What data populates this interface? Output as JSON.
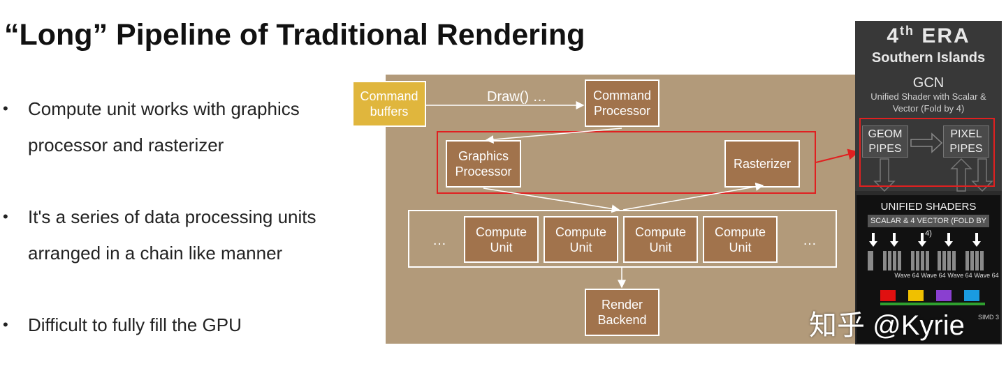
{
  "slide": {
    "title": "“Long” Pipeline of Traditional Rendering",
    "bullets": [
      {
        "text": "Compute unit works with graphics processor and rasterizer"
      },
      {
        "text": "It's a series of data processing units arranged in a chain like manner"
      },
      {
        "text": "Difficult to fully fill the GPU"
      }
    ],
    "bullet_symbol": "•"
  },
  "diagram": {
    "command_buffers": "Command buffers",
    "draw_call": "Draw() …",
    "command_processor": "Command Processor",
    "graphics_processor": "Graphics Processor",
    "rasterizer": "Rasterizer",
    "compute_units": [
      "Compute Unit",
      "Compute Unit",
      "Compute Unit",
      "Compute Unit"
    ],
    "ellipsis_left": "…",
    "ellipsis_right": "…",
    "render_backend": "Render Backend",
    "colors": {
      "background": "#b29a7a",
      "box": "#a1734c",
      "highlight_box": "#e0b63d",
      "highlight_frame": "#e02020"
    }
  },
  "gcn_panel": {
    "era": "4",
    "era_suffix": "th",
    "era_word": "ERA",
    "family": "Southern Islands",
    "arch": "GCN",
    "description": "Unified Shader with Scalar & Vector (Fold by 4)",
    "geom_pipes": "GEOM PIPES",
    "pixel_pipes": "PIXEL PIPES",
    "unified_shaders": "UNIFIED SHADERS",
    "unified_shaders_sub": "SCALAR & 4 VECTOR (FOLD BY 4)",
    "waves": [
      "Wave 64",
      "Wave 64",
      "Wave 64",
      "Wave 64"
    ],
    "simd_label": "SIMD 3"
  },
  "watermark": "知乎 @Kyrie"
}
